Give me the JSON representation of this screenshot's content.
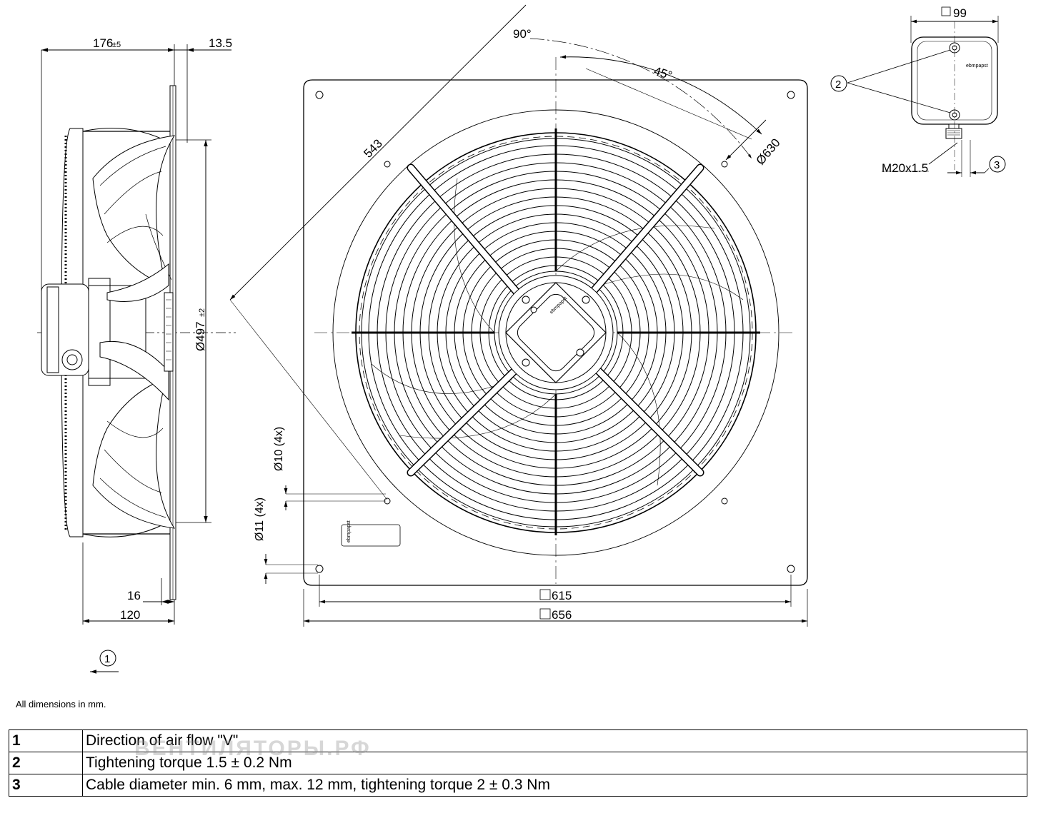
{
  "drawing": {
    "side_view": {
      "dim_depth": "176",
      "dim_depth_tol": "±5",
      "dim_flange": "13.5",
      "dim_diameter": "Ø497",
      "dim_diameter_tol": "±2",
      "dim_bottom_small": "16",
      "dim_bottom_large": "120"
    },
    "front_view": {
      "angle_90": "90°",
      "angle_45": "45°",
      "dim_diagonal": "543",
      "dim_circle": "Ø630",
      "dim_hole_small": "Ø10 (4x)",
      "dim_hole_large": "Ø11 (4x)",
      "dim_inner_square": "615",
      "dim_outer_square": "656",
      "plate_label": "ebmpapst"
    },
    "terminal_box": {
      "dim_width": "99",
      "thread": "M20x1.5",
      "brand": "ebmpapst"
    },
    "callouts": [
      "1",
      "2",
      "3"
    ]
  },
  "note": "All dimensions in mm.",
  "legend": [
    {
      "num": "1",
      "text": "Direction of air flow \"V\""
    },
    {
      "num": "2",
      "text": "Tightening torque 1.5 ± 0.2 Nm"
    },
    {
      "num": "3",
      "text": "Cable diameter min. 6 mm, max. 12 mm, tightening torque 2 ± 0.3 Nm"
    }
  ],
  "watermark": "ВЕНТИЛЯТОРЫ.РФ"
}
